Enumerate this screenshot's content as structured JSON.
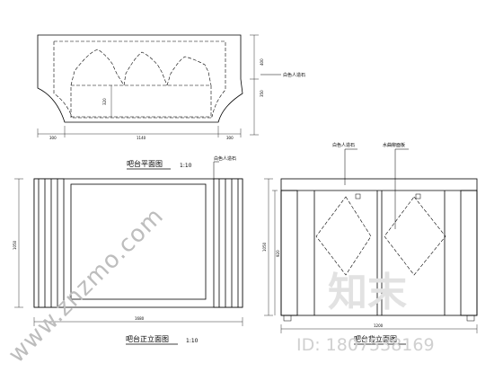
{
  "plan": {
    "title": "吧台平面图",
    "scale": "1:10",
    "material_note": "白色人造石",
    "dims_bottom": [
      "300",
      "1140",
      "300"
    ],
    "dims_right": [
      "400",
      "350"
    ],
    "dim_inner": "320"
  },
  "front_elevation": {
    "title": "吧台正立面图",
    "scale": "1:10",
    "material_note": "白色人造石",
    "dim_left": "1050",
    "dim_bottom": "1680"
  },
  "side_elevation": {
    "title": "吧台背立面图",
    "note_left": "白色人造石",
    "note_right": "水曲柳面板",
    "dims_left": [
      "1050",
      "920"
    ],
    "dim_bottom": "1200"
  },
  "watermark": {
    "diagonal": "www.znzmo.com",
    "logo_text": "知末",
    "id_label": "ID: 1807538169"
  },
  "colors": {
    "line": "#000000",
    "watermark": "#c8c8c8"
  }
}
